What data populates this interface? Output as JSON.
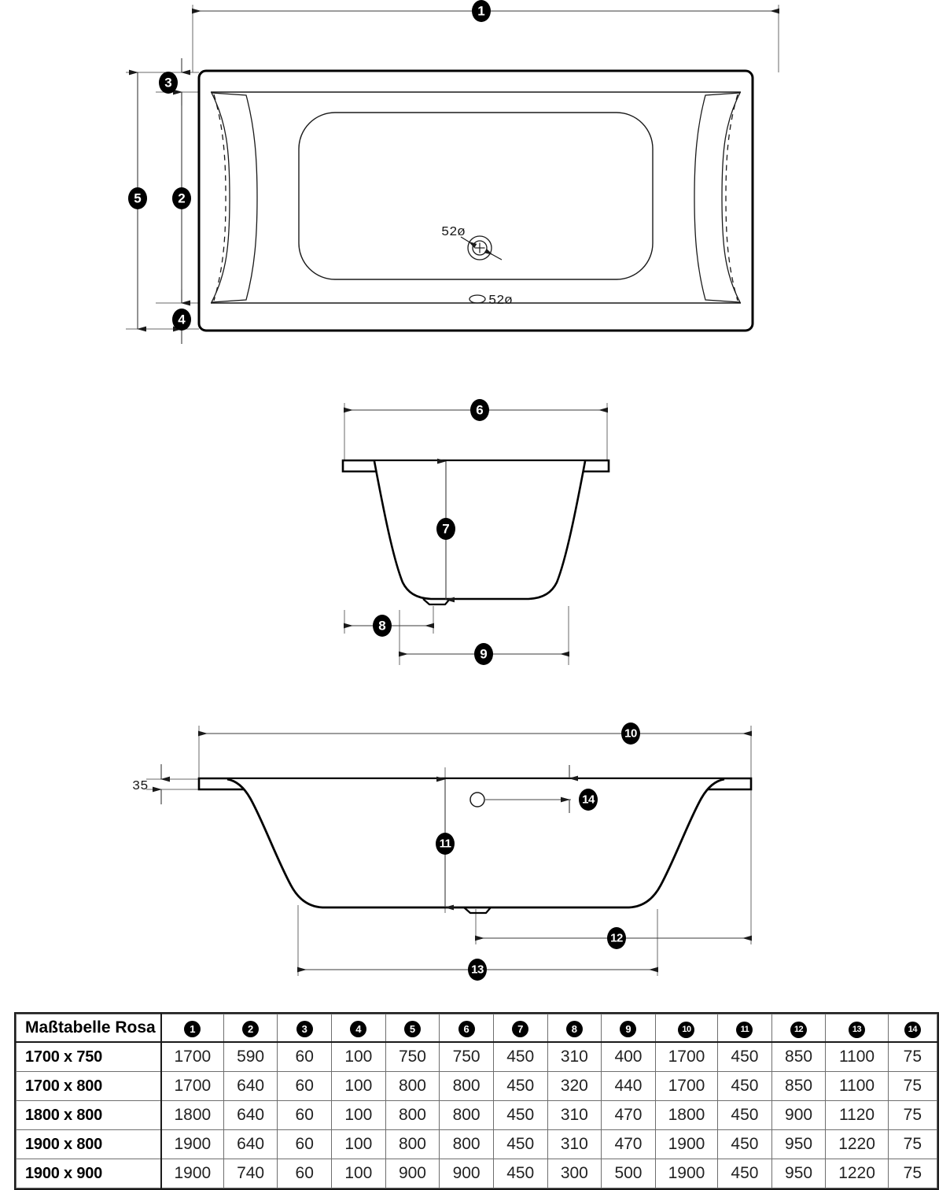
{
  "document": {
    "kind": "technical-dimension-drawing",
    "subject": "bathtub"
  },
  "plan_view": {
    "name": "top-plan-view",
    "annotations": [
      {
        "id": "overflow-diameter",
        "text": "52ø"
      },
      {
        "id": "waste-diameter",
        "text": "52ø"
      }
    ],
    "callouts": [
      "1",
      "2",
      "3",
      "4",
      "5"
    ]
  },
  "section_view": {
    "name": "cross-section-view",
    "callouts": [
      "6",
      "7",
      "8",
      "9"
    ]
  },
  "elevation_view": {
    "name": "longitudinal-section-view",
    "callouts": [
      "10",
      "11",
      "12",
      "13",
      "14"
    ],
    "annotations": [
      {
        "id": "rim-thickness",
        "text": "35"
      }
    ]
  },
  "table": {
    "title": "Maßtabelle Rosa",
    "columns": [
      "1",
      "2",
      "3",
      "4",
      "5",
      "6",
      "7",
      "8",
      "9",
      "10",
      "11",
      "12",
      "13",
      "14"
    ],
    "rows": [
      {
        "label": "1700 x 750",
        "values": [
          "1700",
          "590",
          "60",
          "100",
          "750",
          "750",
          "450",
          "310",
          "400",
          "1700",
          "450",
          "850",
          "1100",
          "75"
        ]
      },
      {
        "label": "1700 x 800",
        "values": [
          "1700",
          "640",
          "60",
          "100",
          "800",
          "800",
          "450",
          "320",
          "440",
          "1700",
          "450",
          "850",
          "1100",
          "75"
        ]
      },
      {
        "label": "1800 x 800",
        "values": [
          "1800",
          "640",
          "60",
          "100",
          "800",
          "800",
          "450",
          "310",
          "470",
          "1800",
          "450",
          "900",
          "1120",
          "75"
        ]
      },
      {
        "label": "1900 x 800",
        "values": [
          "1900",
          "640",
          "60",
          "100",
          "800",
          "800",
          "450",
          "310",
          "470",
          "1900",
          "450",
          "950",
          "1220",
          "75"
        ]
      },
      {
        "label": "1900 x 900",
        "values": [
          "1900",
          "740",
          "60",
          "100",
          "900",
          "900",
          "450",
          "300",
          "500",
          "1900",
          "450",
          "950",
          "1220",
          "75"
        ]
      }
    ]
  },
  "colors": {
    "ink": "#000000",
    "thin_line": "#3a3a3a",
    "grid": "#6e6e6e",
    "background": "#ffffff"
  }
}
